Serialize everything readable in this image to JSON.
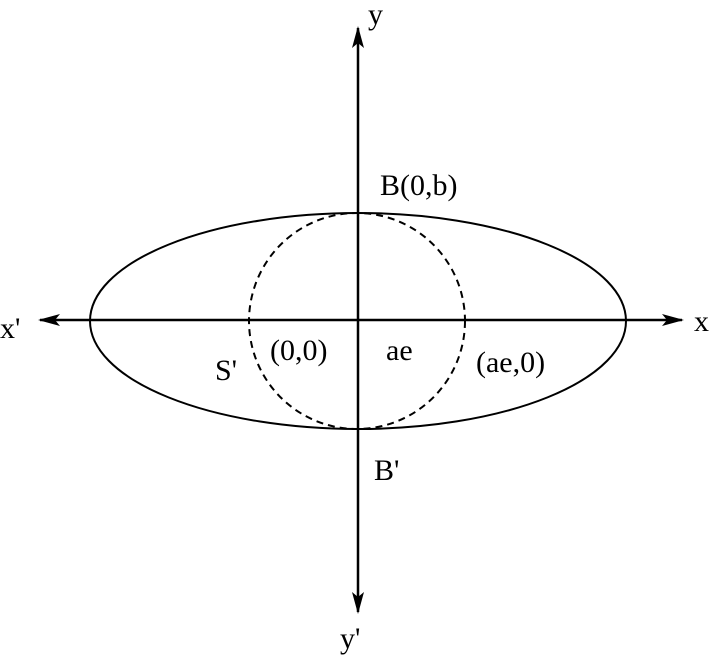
{
  "labels": {
    "y_axis": "y",
    "y_axis_neg": "y'",
    "x_axis": "x",
    "x_axis_neg": "x'",
    "point_b": "B(0,b)",
    "point_b_prime": "B'",
    "point_s_prime": "S'",
    "origin": "(0,0)",
    "distance": "ae",
    "focus": "(ae,0)"
  },
  "colors": {
    "stroke": "#000000",
    "background": "#ffffff"
  }
}
